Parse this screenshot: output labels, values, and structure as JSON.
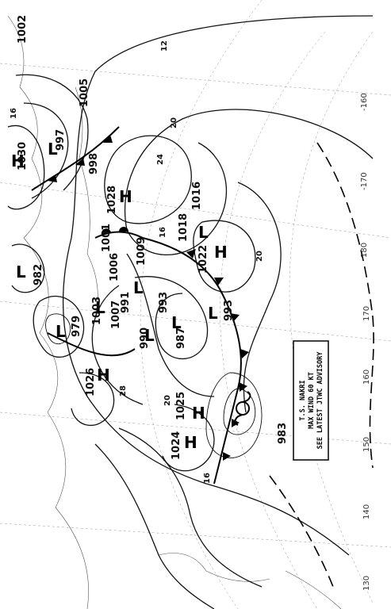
{
  "advisory": {
    "line1": "T.S. NAKRI",
    "line2": "MAX WIND 60 KT",
    "line3": "SEE LATEST JTWC ADVISORY"
  },
  "systems": [
    {
      "id": "h1030",
      "symbol": "H",
      "pressure": "1030"
    },
    {
      "id": "h1028",
      "symbol": "H",
      "pressure": "1028"
    },
    {
      "id": "l997",
      "symbol": "L",
      "pressure": "997"
    },
    {
      "id": "l1018",
      "symbol": "L",
      "pressure": "1018"
    },
    {
      "id": "h1022",
      "symbol": "H",
      "pressure": "1022"
    },
    {
      "id": "l993",
      "symbol": "L",
      "pressure": "993"
    },
    {
      "id": "l987",
      "symbol": "L",
      "pressure": "987"
    },
    {
      "id": "h1025",
      "symbol": "H",
      "pressure": "1025"
    },
    {
      "id": "h1024",
      "symbol": "H",
      "pressure": "1024"
    },
    {
      "id": "h1026",
      "symbol": "H",
      "pressure": "1026"
    },
    {
      "id": "l979",
      "symbol": "L",
      "pressure": "979"
    },
    {
      "id": "l1007",
      "symbol": "L",
      "pressure": "1007"
    },
    {
      "id": "l990",
      "symbol": "L",
      "pressure": "990"
    },
    {
      "id": "l991",
      "symbol": "L",
      "pressure": "991"
    },
    {
      "id": "l982",
      "symbol": "L",
      "pressure": "982"
    }
  ],
  "isobar_labels": [
    "1002",
    "1005",
    "998",
    "1016",
    "1009",
    "1001",
    "1006",
    "1003",
    "993",
    "983",
    "12",
    "20",
    "24",
    "16",
    "20",
    "28",
    "16",
    "20",
    "16"
  ],
  "longitude_labels": [
    "180",
    "170",
    "160",
    "150",
    "140",
    "130",
    "-160",
    "-170"
  ],
  "storm_symbol": "tropical-storm"
}
